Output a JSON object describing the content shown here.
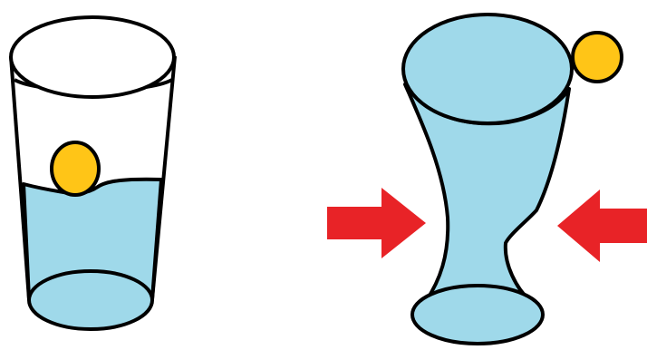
{
  "colors": {
    "background": "#ffffff",
    "outline": "#000000",
    "water": "#9fd9ea",
    "ball": "#ffc517",
    "arrow": "#e82327"
  },
  "figure": {
    "left_panel": {
      "object": "straight-glass",
      "contents": "water",
      "ball": "floating-on-water-surface"
    },
    "right_panel": {
      "object": "flexible-cup-squeezed-at-waist",
      "contents": "water-filled-to-top",
      "ball": "pushed-over-rim"
    },
    "arrows": [
      {
        "side": "left",
        "direction": "right",
        "meaning": "squeeze-force"
      },
      {
        "side": "right",
        "direction": "left",
        "meaning": "squeeze-force"
      }
    ]
  }
}
